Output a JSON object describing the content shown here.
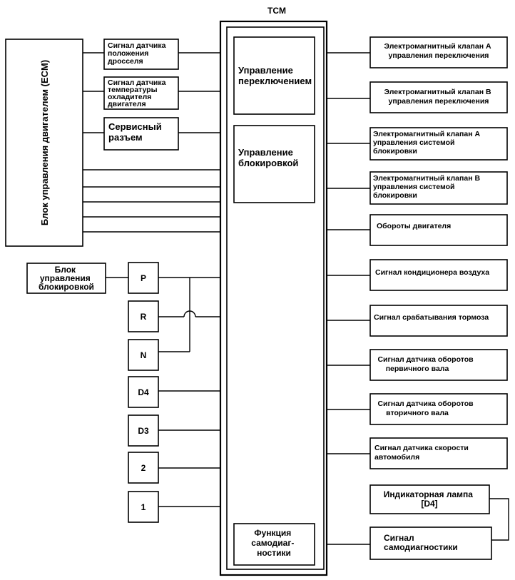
{
  "tcm": {
    "title": "TCM",
    "shift_control": [
      "Управление",
      "переключением"
    ],
    "lockup_control": [
      "Управление",
      "блокировкой"
    ],
    "self_diagnosis": [
      "Функция",
      "самодиаг-",
      "ностики"
    ]
  },
  "ecm": {
    "label": "Блок управления двигателем (ECM)",
    "throttle_sensor": [
      "Сигнал датчика",
      "положения",
      "дросселя"
    ],
    "coolant_sensor": [
      "Сигнал датчика",
      "температуры",
      "охладителя",
      "двигателя"
    ],
    "service_connector": [
      "Сервисный",
      "разъем"
    ]
  },
  "lockup_unit": [
    "Блок",
    "управления",
    "блокировкой"
  ],
  "positions": [
    "P",
    "R",
    "N",
    "D4",
    "D3",
    "2",
    "1"
  ],
  "outputs": {
    "shift_solenoid_a": [
      "Электромагнитный клапан А",
      "управления переключения"
    ],
    "shift_solenoid_b": [
      "Электромагнитный клапан В",
      "управления переключения"
    ],
    "lockup_solenoid_a": [
      "Электромагнитный клапан А",
      "управления системой",
      "блокировки"
    ],
    "lockup_solenoid_b": [
      "Электромагнитный клапан В",
      "управления системой",
      "блокировки"
    ],
    "engine_speed": [
      "Обороты двигателя"
    ],
    "ac_signal": [
      "Сигнал кондиционера воздуха"
    ],
    "brake_signal": [
      "Сигнал срабатывания тормоза"
    ],
    "input_shaft_sensor": [
      "Сигнал датчика оборотов",
      "первичного вала"
    ],
    "output_shaft_sensor": [
      "Сигнал датчика оборотов",
      "вторичного вала"
    ],
    "vehicle_speed_sensor": [
      "Сигнал датчика скорости",
      "автомобиля"
    ],
    "d4_indicator": [
      "Индикаторная лампа",
      "[D4]"
    ],
    "self_diag_signal": [
      "Сигнал",
      "самодиагностики"
    ]
  }
}
